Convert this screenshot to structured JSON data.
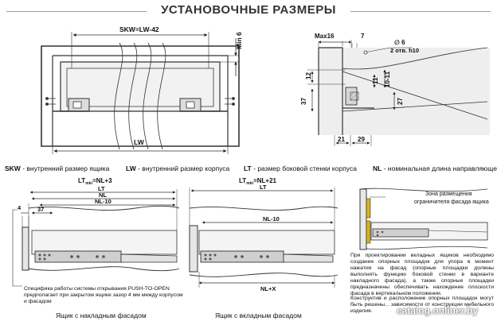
{
  "header": {
    "title": "УСТАНОВОЧНЫЕ РАЗМЕРЫ"
  },
  "fig1": {
    "top_dim": "SKW=LW-42",
    "right_dim": "Min 6",
    "bottom_dim": "LW"
  },
  "fig2": {
    "dims": {
      "max16": "Max16",
      "seven": "7",
      "diam": "∅ 6",
      "holes": "2 отв. h10",
      "d12": "12",
      "d11": "11",
      "d10_11": "10-11",
      "d37": "37",
      "d27": "27",
      "d21": "21",
      "d29": "29"
    }
  },
  "legend": [
    {
      "key": "SKW",
      "text": " - внутренний размер ящика"
    },
    {
      "key": "LW",
      "text": " - внутренний размер корпуса"
    },
    {
      "key": "LT",
      "text": " - размер боковой стенки корпуса"
    },
    {
      "key": "NL",
      "text": " - номинальная длина направляющей"
    }
  ],
  "fig3": {
    "formula_lt": "LT",
    "formula_sub": "min",
    "formula_rest": "=NL+3",
    "lt": "LT",
    "nl": "NL",
    "nl10": "NL-10",
    "d4": "4",
    "d37": "37",
    "note": "Спецификa работы системы открывания PUSH-TO-OPEN предполагает при закрытом ящике зазор 4 мм между корпусом и фасадом",
    "caption": "Ящик с накладным фасадом"
  },
  "fig4": {
    "formula_lt": "LT",
    "formula_sub": "min",
    "formula_rest": "=NL+21",
    "lt": "LT",
    "nl10": "NL-10",
    "nlx": "NL+X",
    "caption": "Ящик с вкладным фасадом"
  },
  "fig5": {
    "zone_label_1": "Зона размещения",
    "zone_label_2": "ограничителя фасада ящика",
    "note1": "При проектировании вкладных ящиков необходимо создание опорных площадок для упора в момент нажатия на фасад (опорные площадки должны выполнять функцию боковой стенки в варианте накладного фасада), а также опорные площадки предназначены обеспечивать нахождение плоскости фасада в вертикальном положении.",
    "note2": "Конструктив и расположение опорных площадок могут быть решены... зависимости от конструкции мебельного изделия."
  },
  "watermark": "catalog.onliner.by",
  "colors": {
    "line": "#333333",
    "fill_light": "#f0f0f0",
    "slide": "#cfcfcf",
    "yellow": "#d8b11c"
  }
}
